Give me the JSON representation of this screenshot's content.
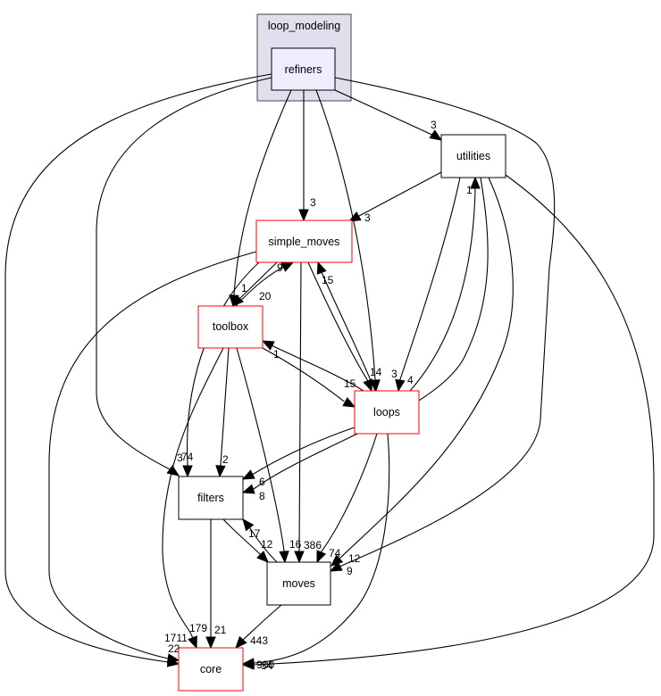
{
  "cluster": {
    "label": "loop_modeling",
    "fill": "#dfdfee",
    "stroke": "#444444"
  },
  "nodes": {
    "refiners": {
      "label": "refiners",
      "fill": "#eeeeff",
      "stroke": "#000000"
    },
    "utilities": {
      "label": "utilities",
      "fill": "#ffffff",
      "stroke": "#000000"
    },
    "simple_moves": {
      "label": "simple_moves",
      "fill": "#ffffff",
      "stroke": "#ff0000"
    },
    "toolbox": {
      "label": "toolbox",
      "fill": "#ffffff",
      "stroke": "#ff0000"
    },
    "loops": {
      "label": "loops",
      "fill": "#ffffff",
      "stroke": "#ff0000"
    },
    "filters": {
      "label": "filters",
      "fill": "#ffffff",
      "stroke": "#000000"
    },
    "moves": {
      "label": "moves",
      "fill": "#ffffff",
      "stroke": "#000000"
    },
    "core": {
      "label": "core",
      "fill": "#ffffff",
      "stroke": "#ff0000"
    }
  },
  "edges": [
    {
      "id": "refiners-utilities",
      "from": "refiners",
      "to": "utilities",
      "label": "3"
    },
    {
      "id": "refiners-simple_moves",
      "from": "refiners",
      "to": "simple_moves",
      "label": "3"
    },
    {
      "id": "refiners-toolbox",
      "from": "refiners",
      "to": "toolbox",
      "label": "1"
    },
    {
      "id": "refiners-loops",
      "from": "refiners",
      "to": "loops",
      "label": "3"
    },
    {
      "id": "refiners-filters",
      "from": "refiners",
      "to": "filters",
      "label": "3"
    },
    {
      "id": "refiners-moves",
      "from": "refiners",
      "to": "moves",
      "label": "9"
    },
    {
      "id": "refiners-core",
      "from": "refiners",
      "to": "core",
      "label": "22"
    },
    {
      "id": "utilities-simple_moves",
      "from": "utilities",
      "to": "simple_moves",
      "label": "3"
    },
    {
      "id": "utilities-loops",
      "from": "utilities",
      "to": "loops",
      "label": "4"
    },
    {
      "id": "utilities-filters",
      "from": "utilities",
      "to": "filters",
      "label": "8"
    },
    {
      "id": "utilities-moves",
      "from": "utilities",
      "to": "moves",
      "label": "12"
    },
    {
      "id": "utilities-core",
      "from": "utilities",
      "to": "core",
      "label": "34"
    },
    {
      "id": "simple_moves-toolbox",
      "from": "simple_moves",
      "to": "toolbox",
      "label": "20"
    },
    {
      "id": "simple_moves-loops",
      "from": "simple_moves",
      "to": "loops",
      "label": "14"
    },
    {
      "id": "simple_moves-filters",
      "from": "simple_moves",
      "to": "filters",
      "label": "74"
    },
    {
      "id": "simple_moves-moves",
      "from": "simple_moves",
      "to": "moves",
      "label": "386"
    },
    {
      "id": "simple_moves-core",
      "from": "simple_moves",
      "to": "core",
      "label": "1711"
    },
    {
      "id": "toolbox-simple_moves",
      "from": "toolbox",
      "to": "simple_moves",
      "label": "9"
    },
    {
      "id": "toolbox-loops",
      "from": "toolbox",
      "to": "loops",
      "label": "15"
    },
    {
      "id": "toolbox-filters",
      "from": "toolbox",
      "to": "filters",
      "label": "2"
    },
    {
      "id": "toolbox-moves",
      "from": "toolbox",
      "to": "moves",
      "label": "16"
    },
    {
      "id": "toolbox-core",
      "from": "toolbox",
      "to": "core",
      "label": "179"
    },
    {
      "id": "loops-toolbox",
      "from": "loops",
      "to": "toolbox",
      "label": "1"
    },
    {
      "id": "loops-simple_moves",
      "from": "loops",
      "to": "simple_moves",
      "label": "15"
    },
    {
      "id": "loops-utilities",
      "from": "loops",
      "to": "utilities",
      "label": "1"
    },
    {
      "id": "loops-filters",
      "from": "loops",
      "to": "filters",
      "label": "6"
    },
    {
      "id": "loops-moves",
      "from": "loops",
      "to": "moves",
      "label": "74"
    },
    {
      "id": "loops-core",
      "from": "loops",
      "to": "core",
      "label": "900"
    },
    {
      "id": "filters-moves",
      "from": "filters",
      "to": "moves",
      "label": "12"
    },
    {
      "id": "filters-core",
      "from": "filters",
      "to": "core",
      "label": "21"
    },
    {
      "id": "moves-filters",
      "from": "moves",
      "to": "filters",
      "label": "17"
    },
    {
      "id": "moves-core",
      "from": "moves",
      "to": "core",
      "label": "443"
    }
  ]
}
